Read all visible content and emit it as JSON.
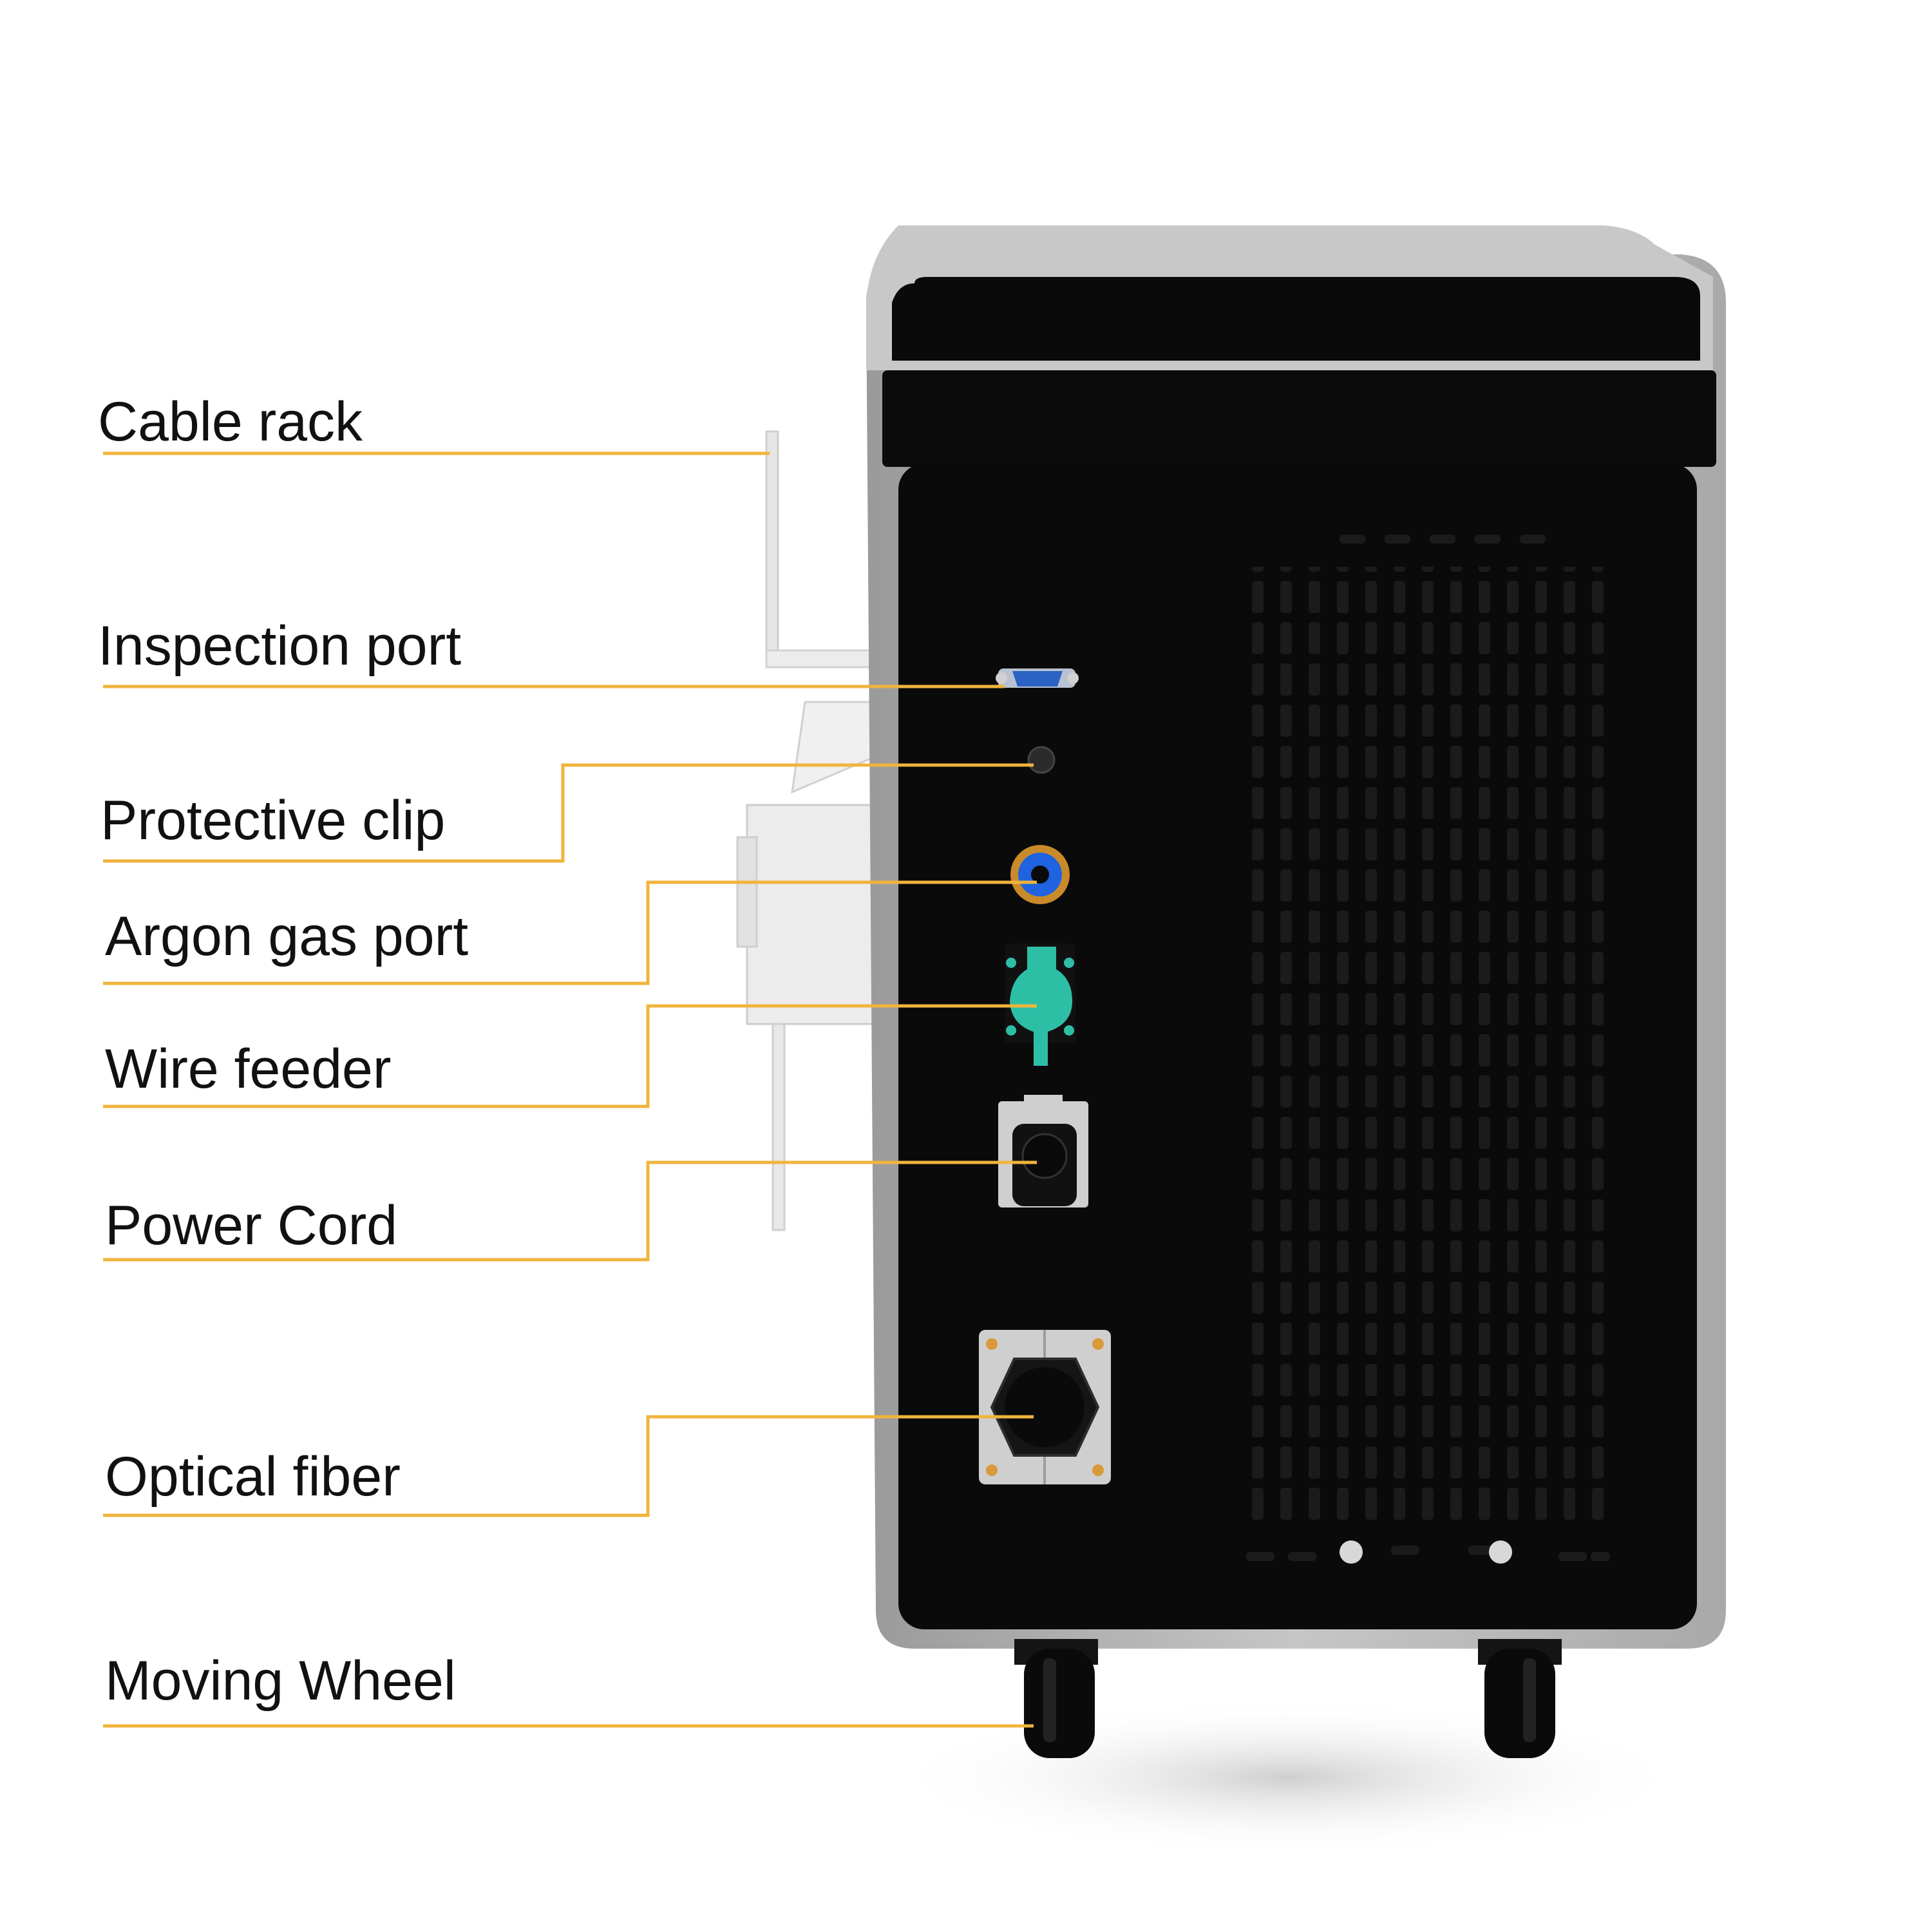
{
  "colors": {
    "leader": "#F0B43C",
    "cabinet": "#0a0a0a",
    "frame": "#b9b9b9",
    "wire_connector": "#2dbfa6",
    "argon_ring": "#1f63e0",
    "brass": "#c98a2a"
  },
  "labels": [
    {
      "id": "cable-rack",
      "text": "Cable rack"
    },
    {
      "id": "inspection-port",
      "text": "Inspection port"
    },
    {
      "id": "protective-clip",
      "text": "Protective clip"
    },
    {
      "id": "argon-gas-port",
      "text": "Argon gas port"
    },
    {
      "id": "wire-feeder",
      "text": "Wire feeder"
    },
    {
      "id": "power-cord",
      "text": "Power Cord"
    },
    {
      "id": "optical-fiber",
      "text": "Optical fiber"
    },
    {
      "id": "moving-wheel",
      "text": "Moving Wheel"
    }
  ]
}
